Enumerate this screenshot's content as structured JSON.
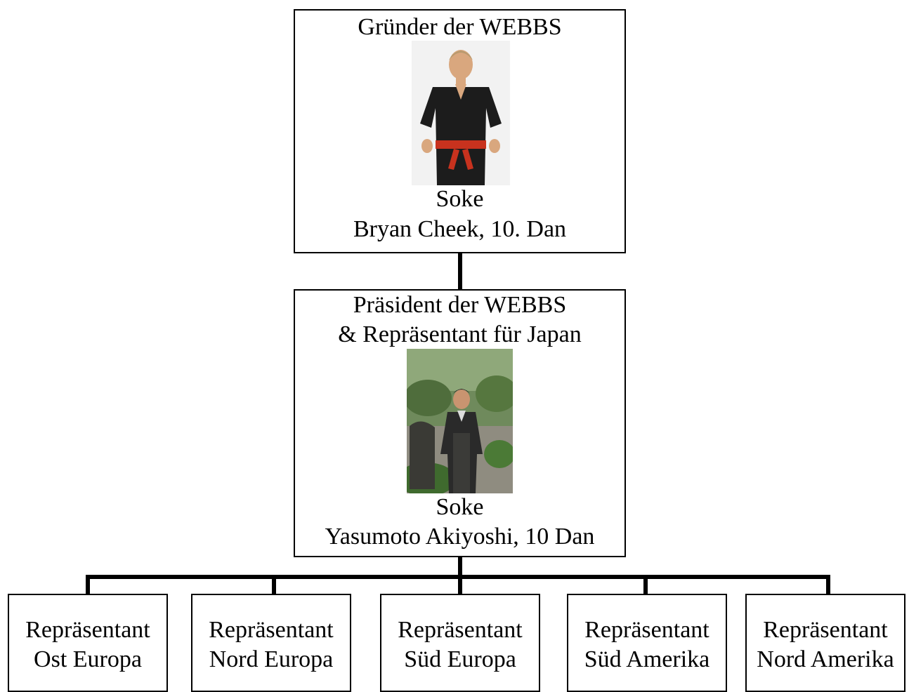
{
  "founder": {
    "title": "Gründer der WEBBS",
    "rank": "Soke",
    "name": "Bryan Cheek, 10. Dan"
  },
  "president": {
    "title_line1": "Präsident der WEBBS",
    "title_line2": "& Repräsentant für Japan",
    "rank": "Soke",
    "name": "Yasumoto Akiyoshi, 10 Dan"
  },
  "representatives": [
    {
      "line1": "Repräsentant",
      "line2": "Ost Europa"
    },
    {
      "line1": "Repräsentant",
      "line2": "Nord Europa"
    },
    {
      "line1": "Repräsentant",
      "line2": "Süd Europa"
    },
    {
      "line1": "Repräsentant",
      "line2": "Süd Amerika"
    },
    {
      "line1": "Repräsentant",
      "line2": "Nord Amerika"
    }
  ],
  "colors": {
    "line": "#000000",
    "founder_gi": "#1a1a1a",
    "founder_belt": "#c8321e",
    "president_garden": "#5f7d4a",
    "president_kimono": "#222222"
  }
}
